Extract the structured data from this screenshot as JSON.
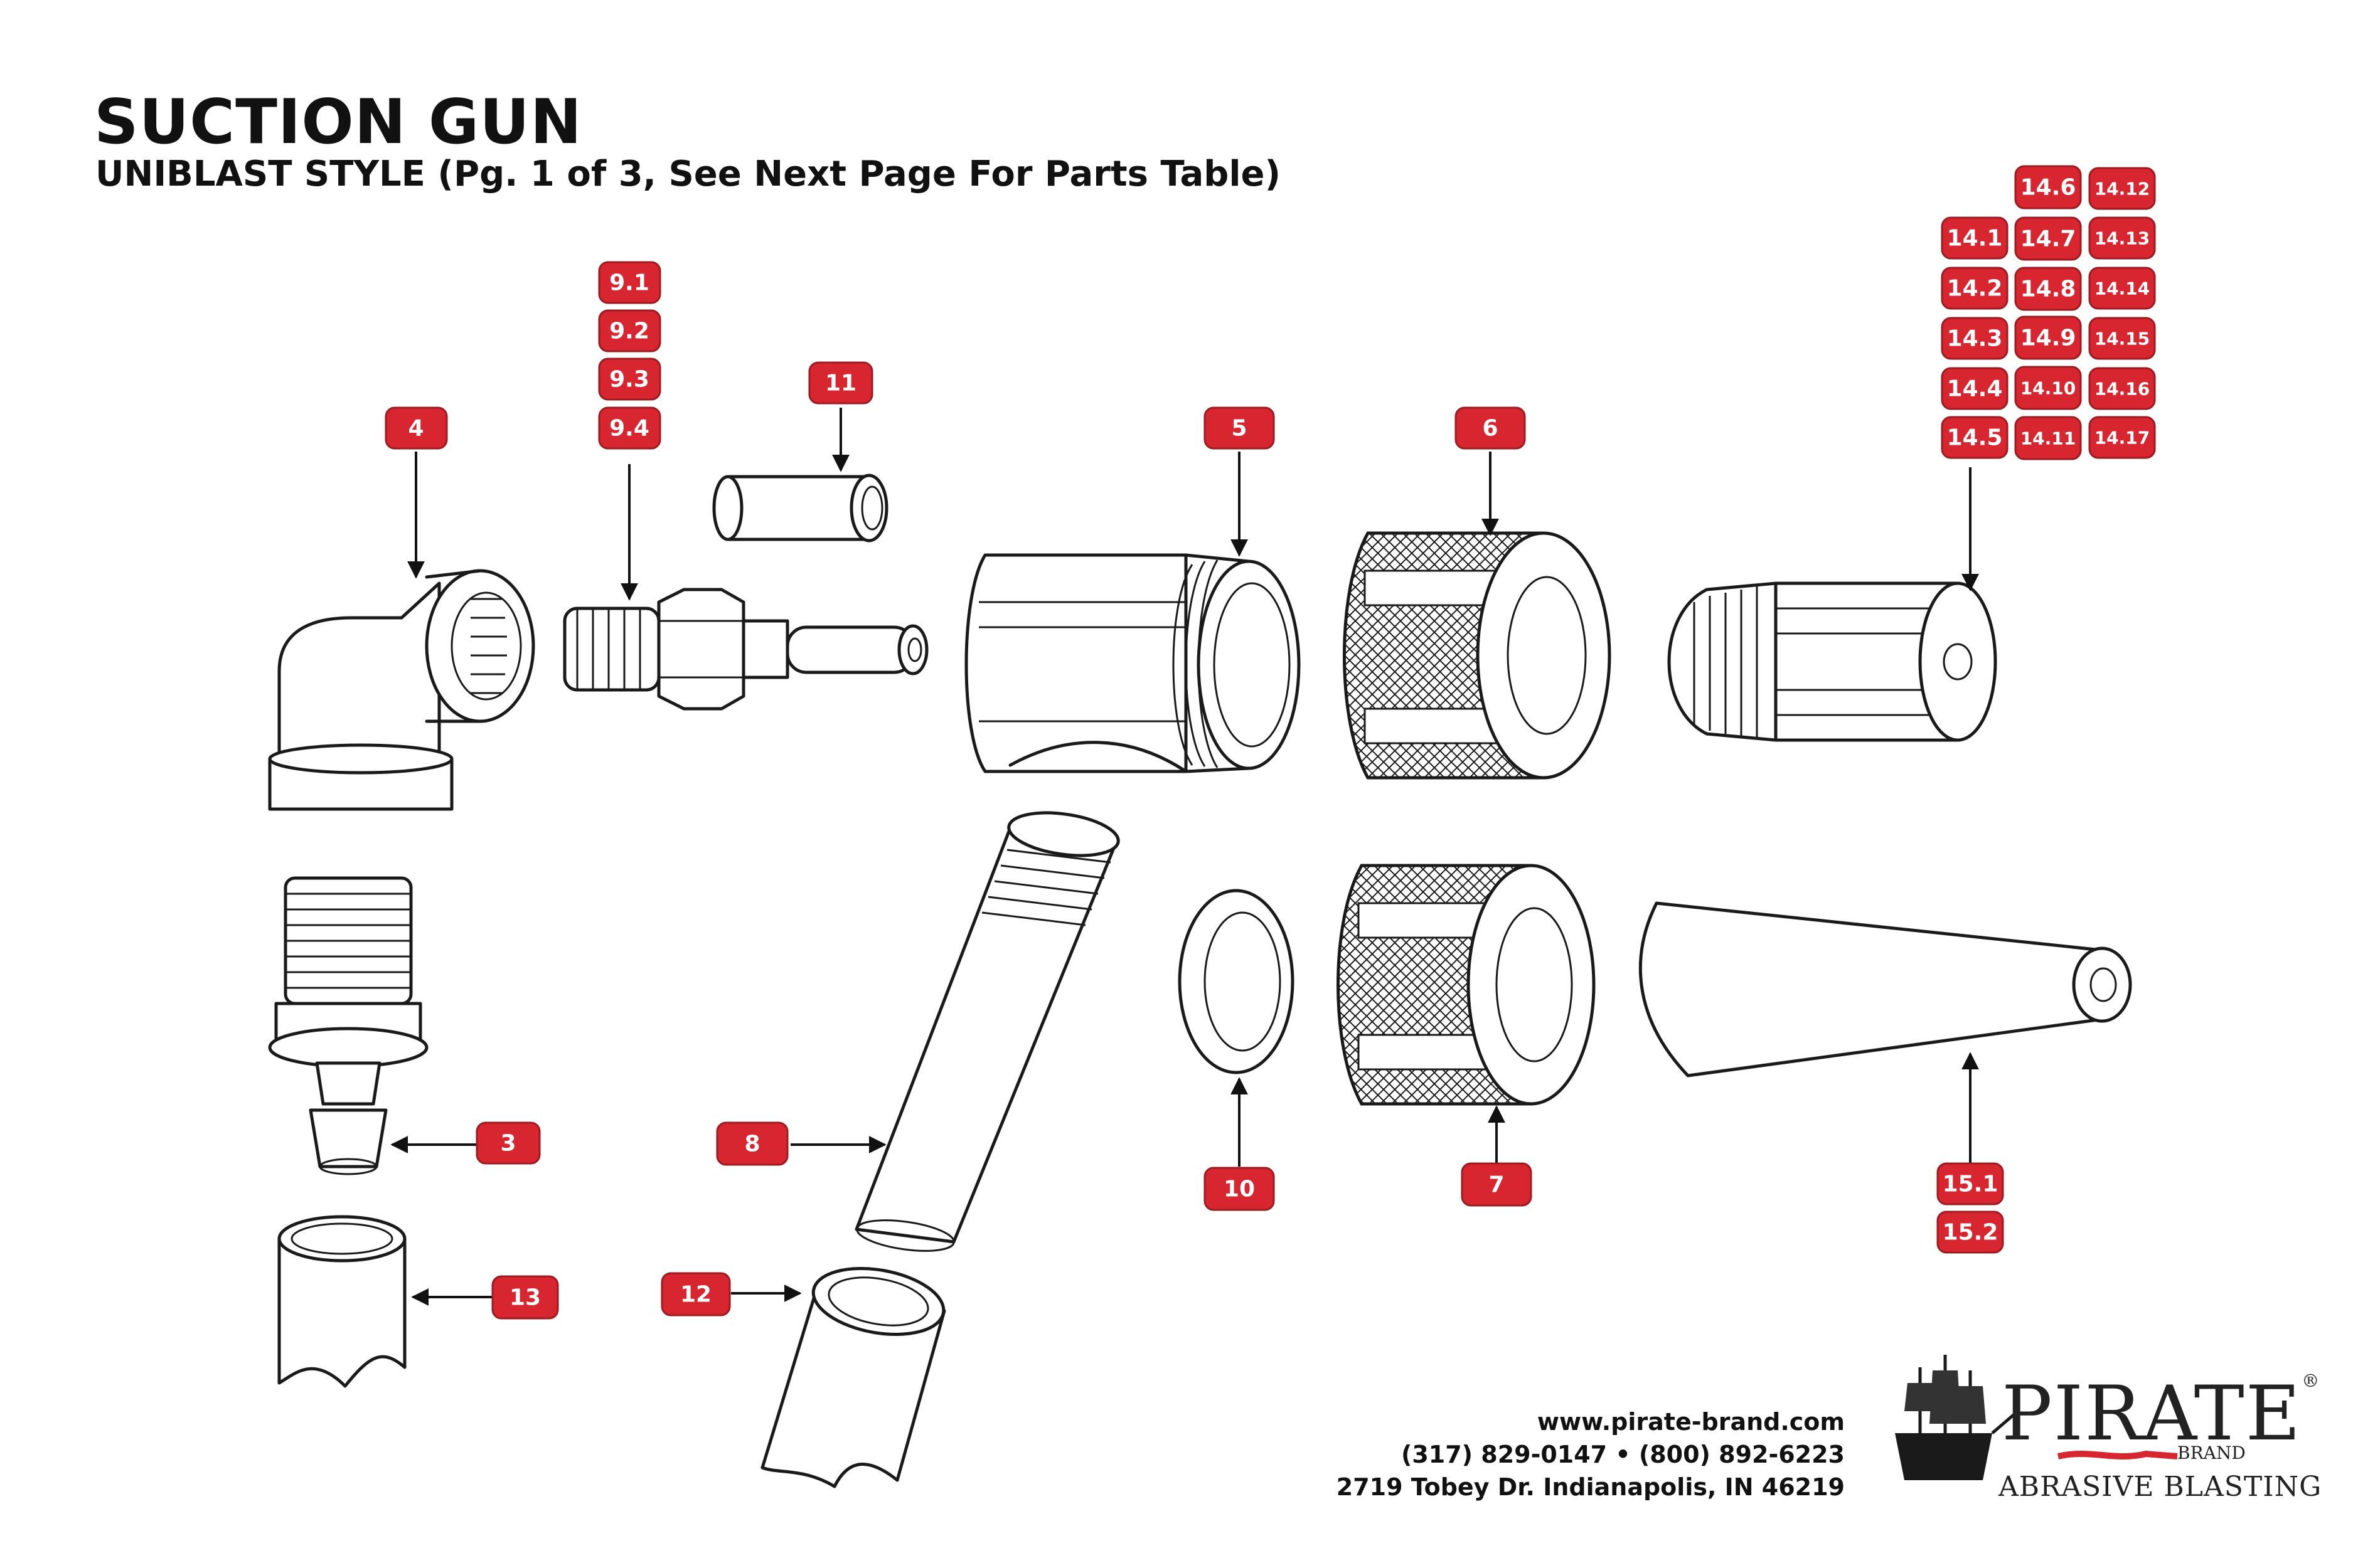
{
  "header": {
    "title": "SUCTION GUN",
    "subtitle": "UNIBLAST STYLE (Pg. 1 of 3, See Next Page For Parts Table)"
  },
  "colors": {
    "badge": "#d7262f",
    "line": "#1a1a1a",
    "text": "#111111"
  },
  "parts": {
    "p4": "4",
    "p9_1": "9.1",
    "p9_2": "9.2",
    "p9_3": "9.3",
    "p9_4": "9.4",
    "p11": "11",
    "p5": "5",
    "p6": "6",
    "p14_1": "14.1",
    "p14_2": "14.2",
    "p14_3": "14.3",
    "p14_4": "14.4",
    "p14_5": "14.5",
    "p14_6": "14.6",
    "p14_7": "14.7",
    "p14_8": "14.8",
    "p14_9": "14.9",
    "p14_10": "14.10",
    "p14_11": "14.11",
    "p14_12": "14.12",
    "p14_13": "14.13",
    "p14_14": "14.14",
    "p14_15": "14.15",
    "p14_16": "14.16",
    "p14_17": "14.17",
    "p3": "3",
    "p8": "8",
    "p10": "10",
    "p7": "7",
    "p15_1": "15.1",
    "p15_2": "15.2",
    "p13": "13",
    "p12": "12"
  },
  "footer": {
    "website": "www.pirate-brand.com",
    "phones": "(317) 829-0147 • (800) 892-6223",
    "address": "2719 Tobey Dr. Indianapolis, IN 46219"
  },
  "logo": {
    "word": "PIRATE",
    "registered": "®",
    "brand": "BRAND",
    "tagline": "ABRASIVE BLASTING"
  }
}
